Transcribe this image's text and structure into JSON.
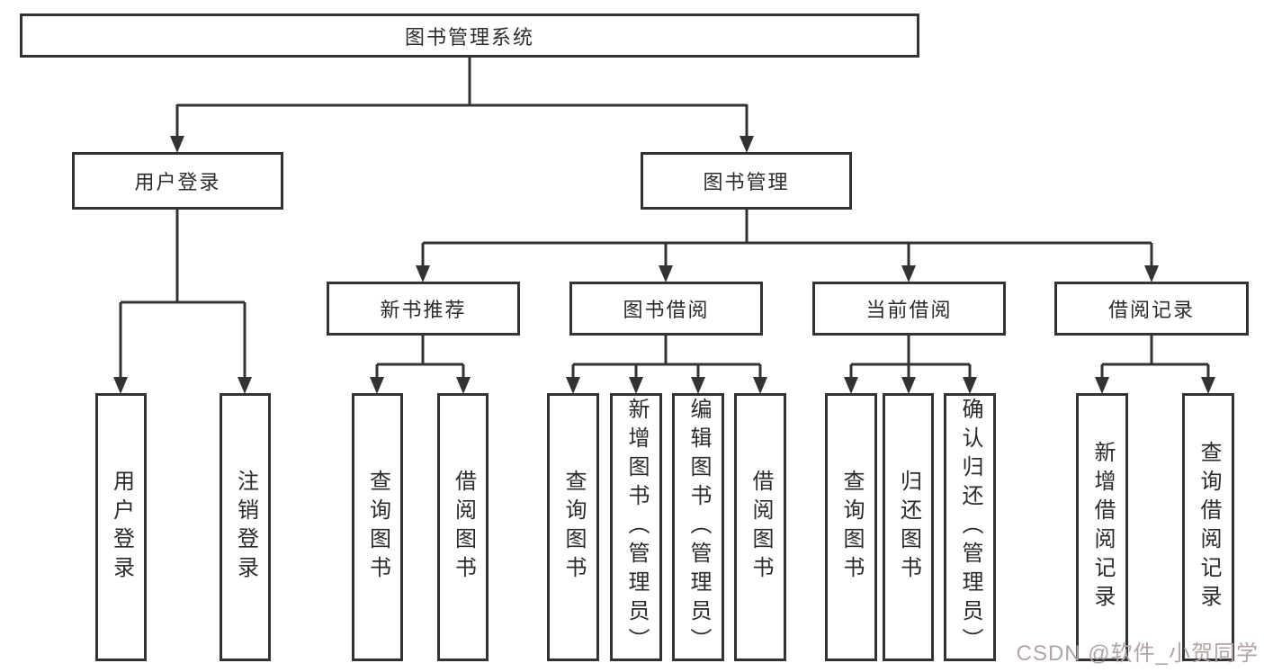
{
  "diagram": {
    "title": "图书管理系统",
    "nodes": {
      "root": "图书管理系统",
      "user_login": "用户登录",
      "book_mgmt": "图书管理",
      "new_book_rec": "新书推荐",
      "book_borrow": "图书借阅",
      "current_borrow": "当前借阅",
      "borrow_records": "借阅记录",
      "leaf_user_login": "用户登录",
      "leaf_logout": "注销登录",
      "nb_query_book": "查询图书",
      "nb_borrow_book": "借阅图书",
      "bb_query_book": "查询图书",
      "bb_add_book": "新增图书（管理员）",
      "bb_edit_book": "编辑图书（管理员）",
      "bb_borrow_book": "借阅图书",
      "cb_query_book": "查询图书",
      "cb_return_book": "归还图书",
      "cb_confirm_return": "确认归还（管理员）",
      "br_add_record": "新增借阅记录",
      "br_query_record": "查询借阅记录"
    },
    "colors": {
      "line": "#333333",
      "box_border": "#333333",
      "text": "#2b2b2b",
      "background": "#ffffff",
      "watermark": "#b3a4a4"
    }
  },
  "watermark": {
    "text": "CSDN @软件_小贺同学"
  }
}
